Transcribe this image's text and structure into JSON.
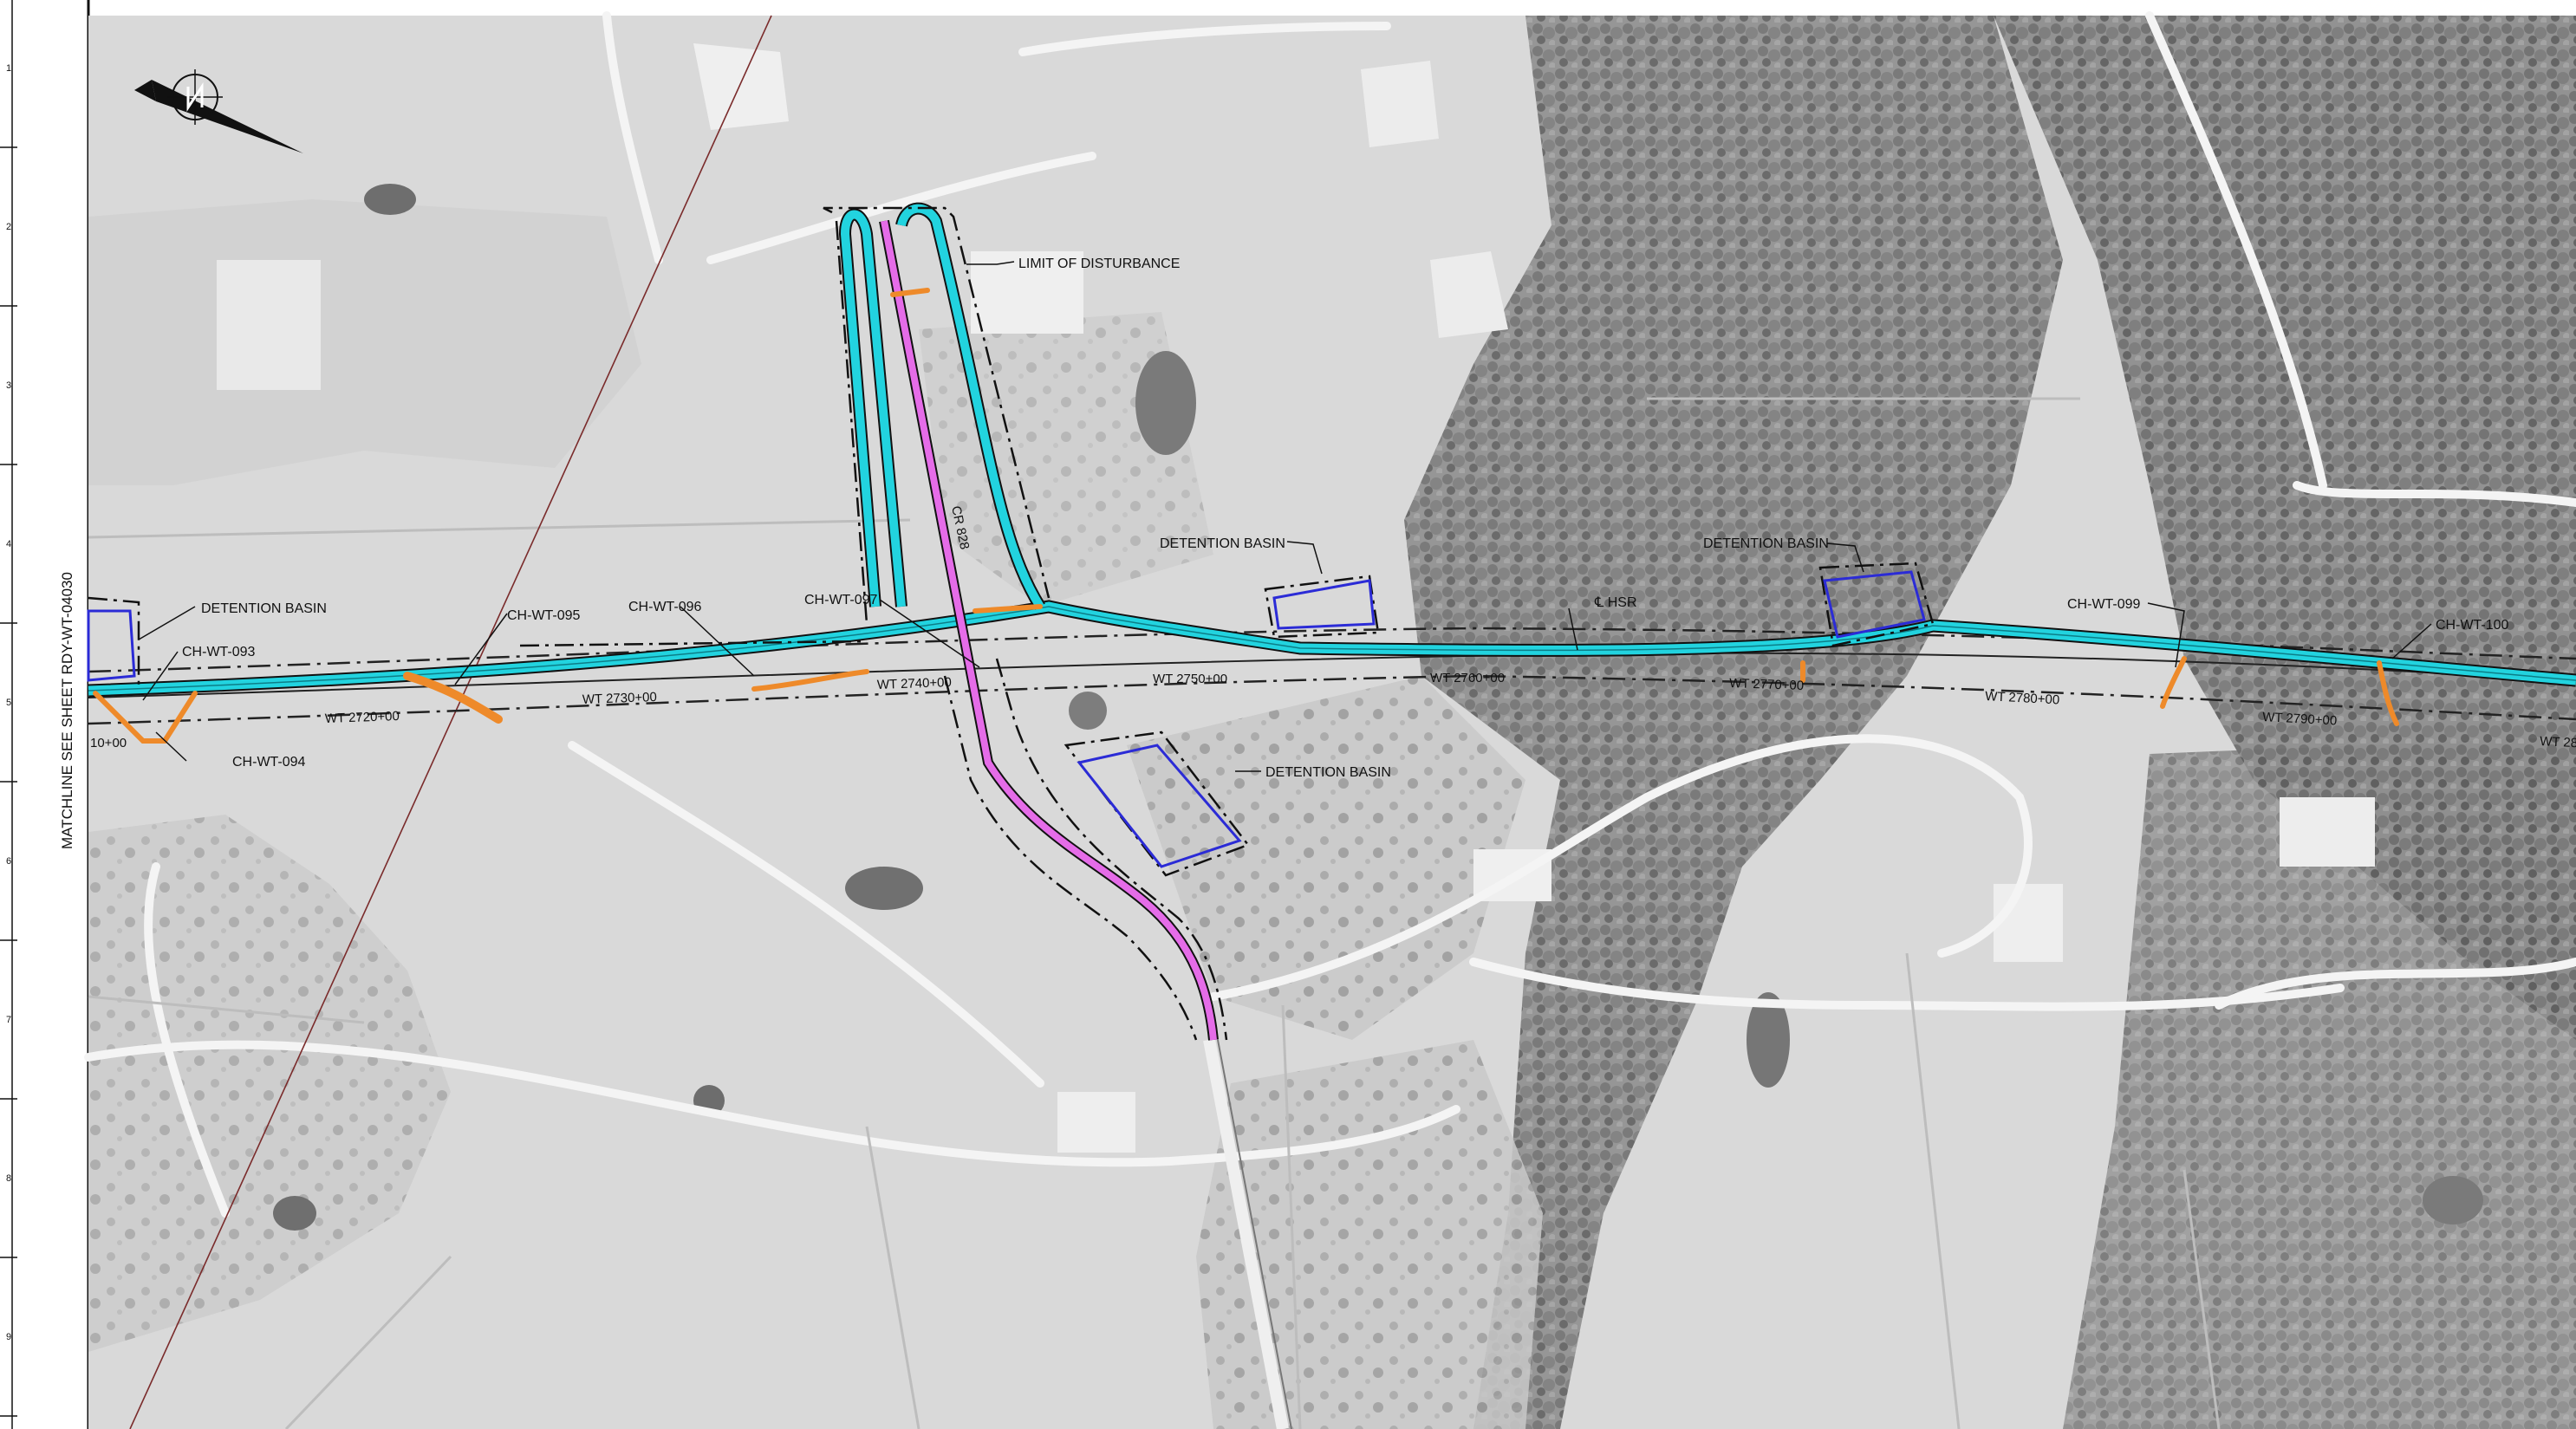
{
  "sheet": {
    "matchline": "MATCHLINE SEE SHEET RDY-WT-04030",
    "row_numbers": [
      "1",
      "2",
      "3",
      "4",
      "5",
      "6",
      "7",
      "8",
      "9"
    ]
  },
  "labels": {
    "limit_of_disturbance": "LIMIT OF DISTURBANCE",
    "detention_basin_west": "DETENTION BASIN",
    "detention_basin_north": "DETENTION BASIN",
    "detention_basin_east": "DETENTION BASIN",
    "detention_basin_south": "DETENTION BASIN",
    "centerline_hsr": "℄ HSR",
    "road": "CR 828",
    "culverts": [
      "CH-WT-093",
      "CH-WT-094",
      "CH-WT-095",
      "CH-WT-096",
      "CH-WT-097",
      "CH-WT-099",
      "CH-WT-100"
    ]
  },
  "stations": [
    "10+00",
    "WT 2720+00",
    "WT 2730+00",
    "WT 2740+00",
    "WT 2750+00",
    "WT 2760+00",
    "WT 2770+00",
    "WT 2780+00",
    "WT 2790+00",
    "WT 28"
  ],
  "colors": {
    "alignment": "#22d3df",
    "road_pink": "#e56ce8",
    "culvert": "#ee8a2a",
    "basin": "#2b2bd6",
    "aerial_bg": "#d9d9d9"
  },
  "icons": {
    "north_arrow": "north-arrow-icon"
  }
}
